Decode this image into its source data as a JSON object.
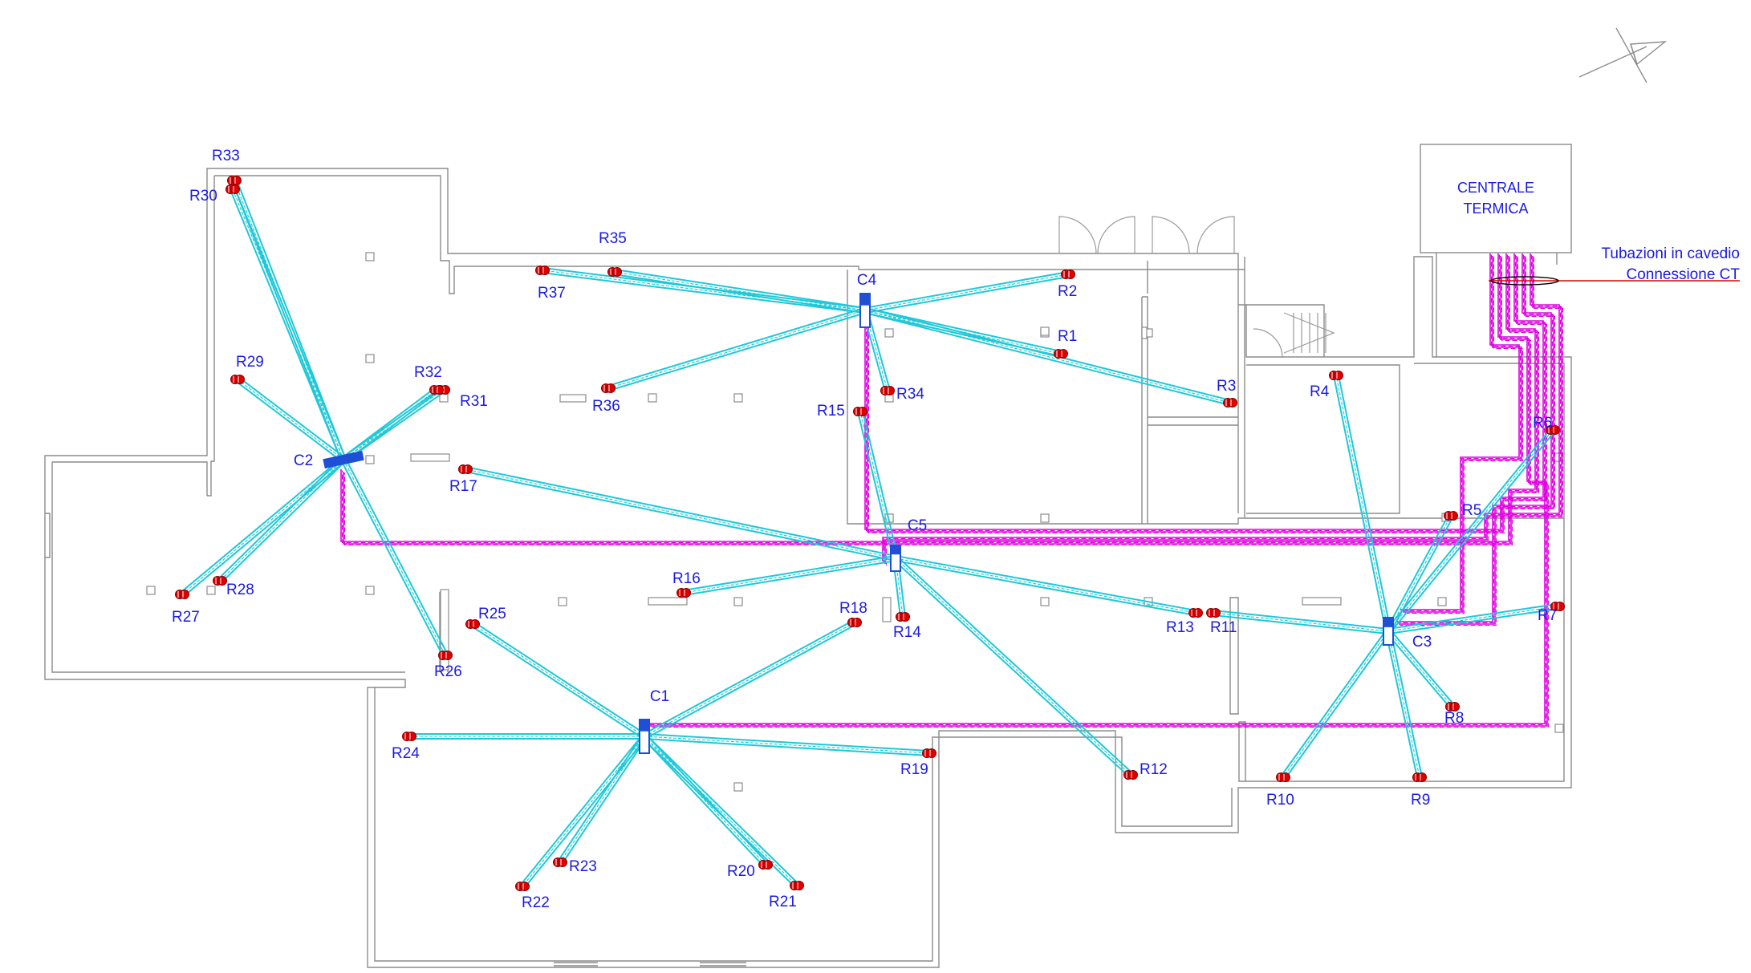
{
  "plant_room": {
    "line1": "CENTRALE",
    "line2": "TERMICA"
  },
  "notes": {
    "line1": "Tubazioni in cavedio",
    "line2": "Connessione CT"
  },
  "colors": {
    "pipe": "#1ec8d8",
    "feed": "#e000e0",
    "radiator": "#e00000",
    "manifold": "#1f4fd6",
    "connection_line": "#e00000",
    "label": "#1a1ae6",
    "wall": "#8c8c8c"
  },
  "icons": [
    "north-arrow-icon",
    "radiator-icon",
    "manifold-icon"
  ],
  "manifolds": [
    {
      "id": "C1",
      "label": "C1"
    },
    {
      "id": "C2",
      "label": "C2"
    },
    {
      "id": "C3",
      "label": "C3"
    },
    {
      "id": "C4",
      "label": "C4"
    },
    {
      "id": "C5",
      "label": "C5"
    }
  ],
  "radiators": [
    {
      "id": "R1",
      "label": "R1",
      "manifold": "C4"
    },
    {
      "id": "R2",
      "label": "R2",
      "manifold": "C4"
    },
    {
      "id": "R3",
      "label": "R3",
      "manifold": "C4"
    },
    {
      "id": "R4",
      "label": "R4",
      "manifold": "C3"
    },
    {
      "id": "R5",
      "label": "R5",
      "manifold": "C3"
    },
    {
      "id": "R6",
      "label": "R6",
      "manifold": "C3"
    },
    {
      "id": "R7",
      "label": "R7",
      "manifold": "C3"
    },
    {
      "id": "R8",
      "label": "R8",
      "manifold": "C3"
    },
    {
      "id": "R9",
      "label": "R9",
      "manifold": "C3"
    },
    {
      "id": "R10",
      "label": "R10",
      "manifold": "C3"
    },
    {
      "id": "R11",
      "label": "R11",
      "manifold": "C3"
    },
    {
      "id": "R12",
      "label": "R12",
      "manifold": "C5"
    },
    {
      "id": "R13",
      "label": "R13",
      "manifold": "C5"
    },
    {
      "id": "R14",
      "label": "R14",
      "manifold": "C5"
    },
    {
      "id": "R15",
      "label": "R15",
      "manifold": "C5"
    },
    {
      "id": "R16",
      "label": "R16",
      "manifold": "C5"
    },
    {
      "id": "R17",
      "label": "R17",
      "manifold": "C5"
    },
    {
      "id": "R18",
      "label": "R18",
      "manifold": "C1"
    },
    {
      "id": "R19",
      "label": "R19",
      "manifold": "C1"
    },
    {
      "id": "R20",
      "label": "R20",
      "manifold": "C1"
    },
    {
      "id": "R21",
      "label": "R21",
      "manifold": "C1"
    },
    {
      "id": "R22",
      "label": "R22",
      "manifold": "C1"
    },
    {
      "id": "R23",
      "label": "R23",
      "manifold": "C1"
    },
    {
      "id": "R24",
      "label": "R24",
      "manifold": "C1"
    },
    {
      "id": "R25",
      "label": "R25",
      "manifold": "C1"
    },
    {
      "id": "R26",
      "label": "R26",
      "manifold": "C2"
    },
    {
      "id": "R27",
      "label": "R27",
      "manifold": "C2"
    },
    {
      "id": "R28",
      "label": "R28",
      "manifold": "C2"
    },
    {
      "id": "R29",
      "label": "R29",
      "manifold": "C2"
    },
    {
      "id": "R30",
      "label": "R30",
      "manifold": "C2"
    },
    {
      "id": "R31",
      "label": "R31",
      "manifold": "C2"
    },
    {
      "id": "R32",
      "label": "R32",
      "manifold": "C2"
    },
    {
      "id": "R33",
      "label": "R33",
      "manifold": "C2"
    },
    {
      "id": "R34",
      "label": "R34",
      "manifold": "C4"
    },
    {
      "id": "R35",
      "label": "R35",
      "manifold": "C4"
    },
    {
      "id": "R36",
      "label": "R36",
      "manifold": "C4"
    },
    {
      "id": "R37",
      "label": "R37",
      "manifold": "C4"
    }
  ]
}
